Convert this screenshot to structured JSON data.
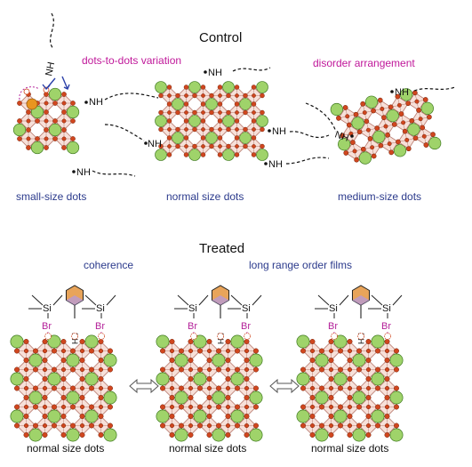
{
  "colors": {
    "magenta": "#c0189a",
    "navy": "#2b3a8c",
    "bromine": "#b4229a",
    "arrow_blue": "#2a3fa8",
    "octahedron_fill": "#f6dad2",
    "octahedron_edge": "#b87a6e",
    "lead_red": "#d0461e",
    "cation_green": "#9fd36a",
    "cation_green_edge": "#3f7a1f",
    "orange_dot": "#e89520",
    "ring_orange": "#e8a45a",
    "ring_purple": "#b49adc"
  },
  "control": {
    "title": "Control",
    "note_variation": "dots-to-dots variation",
    "note_disorder": "disorder arrangement",
    "labels": [
      "small-size dots",
      "normal size dots",
      "medium-size dots"
    ],
    "amine_label": "NH"
  },
  "treated": {
    "title": "Treated",
    "note_coherence": "coherence",
    "note_order": "long range order films",
    "labels": [
      "normal size dots",
      "normal size dots",
      "normal size dots"
    ],
    "silicon_label": "Si",
    "bromine_label": "Br",
    "amine_label": "NH"
  }
}
